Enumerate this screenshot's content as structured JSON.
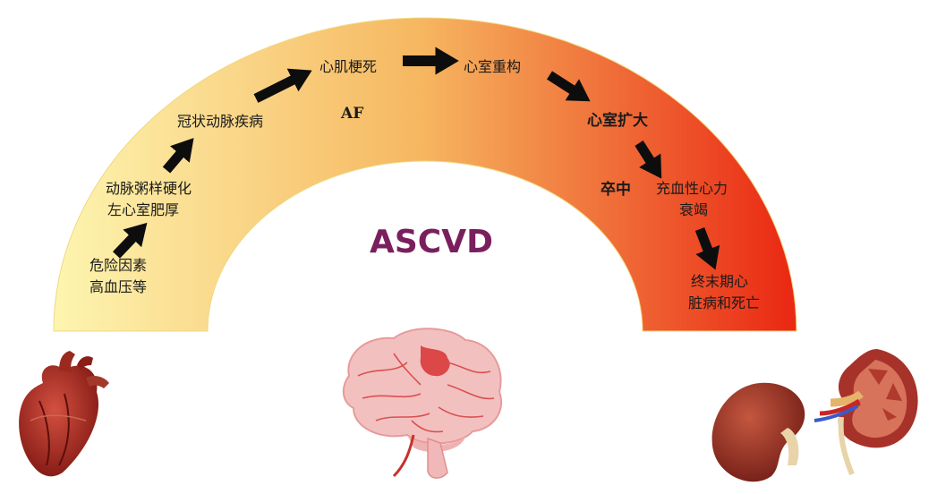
{
  "colors": {
    "arc_start": "#fdf5b0",
    "arc_mid": "#f6b760",
    "arc_end": "#ea2a14",
    "arrow": "#0d0d0d",
    "center_title": "#7a1f5e"
  },
  "center_title": "ASCVD",
  "af_label": "AF",
  "stages": {
    "risk_factors": [
      "危险因素",
      "高血压等"
    ],
    "atherosclerosis": [
      "动脉粥样硬化",
      "左心室肥厚"
    ],
    "coronary": [
      "冠状动脉疾病"
    ],
    "mi": [
      "心肌梗死"
    ],
    "remodeling": [
      "心室重构"
    ],
    "dilation": [
      "心室扩大"
    ],
    "stroke": [
      "卒中"
    ],
    "heart_failure": [
      "充血性心力",
      "衰竭"
    ],
    "end_stage": [
      "终末期心",
      "脏病和死亡"
    ]
  },
  "icons": {
    "heart": "heart-icon",
    "brain": "brain-icon",
    "kidney": "kidney-icon",
    "kidney_section": "kidney-cross-section-icon"
  }
}
